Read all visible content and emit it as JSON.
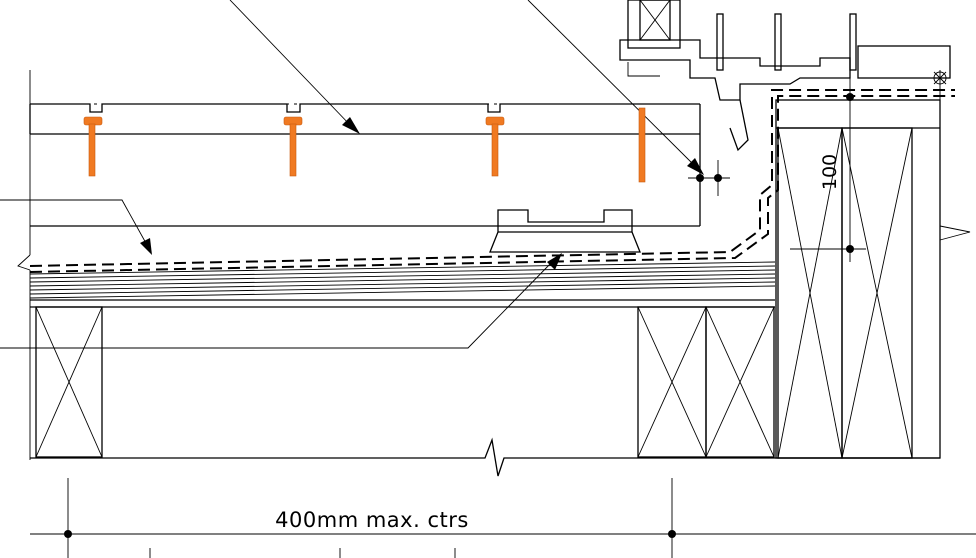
{
  "dimensions": {
    "joist_spacing": "400mm max. ctrs",
    "upstand_height": "100"
  },
  "colors": {
    "line": "#000000",
    "screw": "#f07a22",
    "background": "#ffffff"
  },
  "components": [
    "composite-decking-board",
    "decking-fixing-screw",
    "pedestal-support",
    "waterproof-membrane",
    "firrings",
    "floor-joist",
    "door-threshold-frame",
    "timber-wall-plate"
  ]
}
